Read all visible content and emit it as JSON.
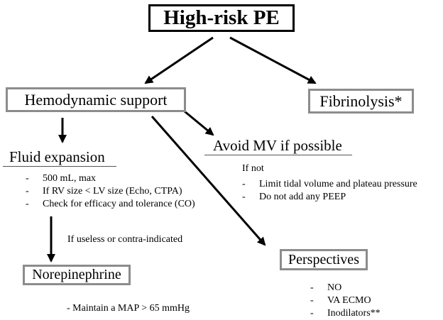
{
  "root": {
    "label": "High-risk PE"
  },
  "hemodynamic_support": {
    "label": "Hemodynamic support"
  },
  "fibrinolysis": {
    "label": "Fibrinolysis*"
  },
  "fluid_expansion": {
    "label": "Fluid expansion",
    "items": [
      "500 mL, max",
      "If RV size < LV size (Echo, CTPA)",
      "Check for efficacy and tolerance (CO)"
    ]
  },
  "avoid_mv": {
    "label": "Avoid MV if possible",
    "condition": "If not",
    "items": [
      "Limit tidal volume and plateau pressure",
      "Do not add any PEEP"
    ]
  },
  "transition": {
    "label": "If useless or contra-indicated"
  },
  "norepinephrine": {
    "label": "Norepinephrine",
    "note": "- Maintain a MAP > 65 mmHg"
  },
  "perspectives": {
    "label": "Perspectives",
    "items": [
      "NO",
      "VA ECMO",
      "Inodilators**"
    ]
  },
  "colors": {
    "box_border_primary": "#000000",
    "box_border_secondary": "#8c8c8c",
    "arrow": "#000000"
  }
}
